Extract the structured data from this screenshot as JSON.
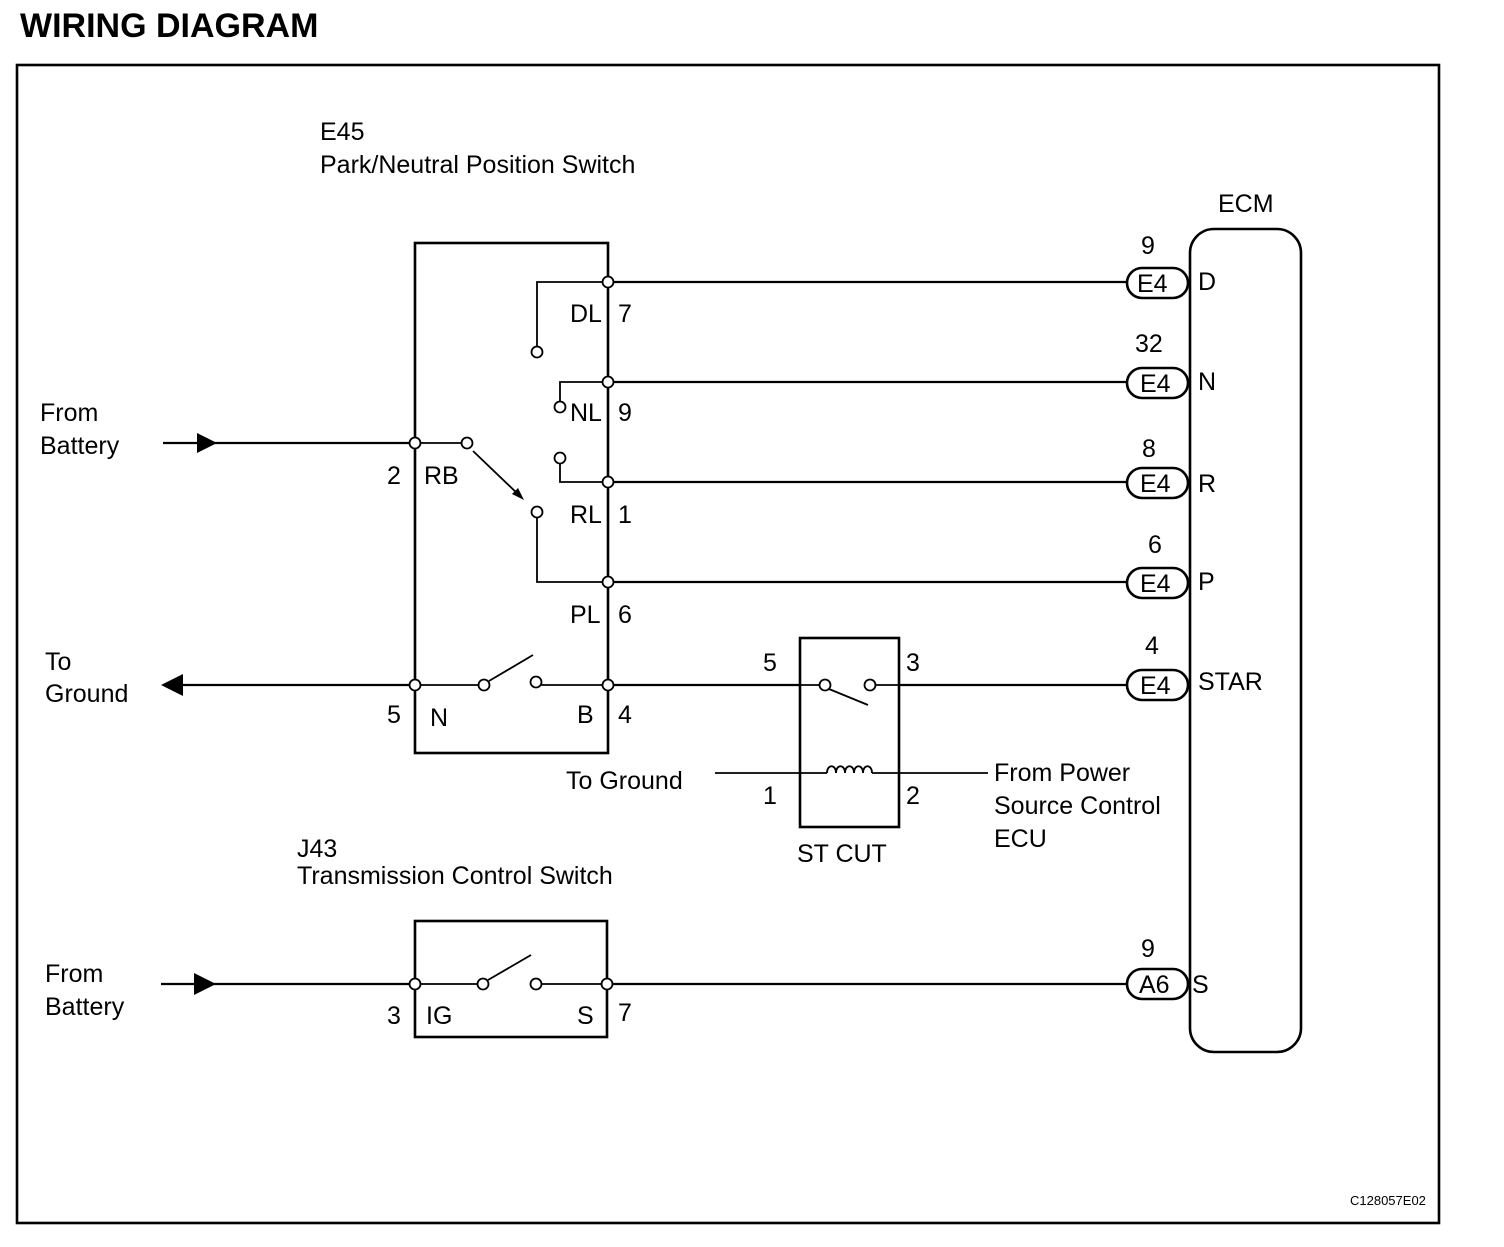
{
  "header": {
    "title": "WIRING DIAGRAM"
  },
  "footer": {
    "code": "C128057E02"
  },
  "pnp_switch": {
    "code": "E45",
    "name": "Park/Neutral Position Switch",
    "terminals": [
      {
        "label": "DL",
        "pin": "7"
      },
      {
        "label": "NL",
        "pin": "9"
      },
      {
        "label": "RL",
        "pin": "1"
      },
      {
        "label": "PL",
        "pin": "6"
      },
      {
        "label": "RB",
        "pin": "2"
      },
      {
        "label": "N",
        "pin": "5"
      },
      {
        "label": "B",
        "pin": "4"
      }
    ]
  },
  "tc_switch": {
    "code": "J43",
    "name": "Transmission Control Switch",
    "terminals": [
      {
        "label": "IG",
        "pin": "3"
      },
      {
        "label": "S",
        "pin": "7"
      }
    ]
  },
  "relay": {
    "name": "ST CUT",
    "pins": {
      "in": "5",
      "out": "3",
      "coil_ground": "1",
      "coil_power": "2"
    }
  },
  "ecm": {
    "name": "ECM",
    "terminals": [
      {
        "pin": "9",
        "connector": "E4",
        "label": "D"
      },
      {
        "pin": "32",
        "connector": "E4",
        "label": "N"
      },
      {
        "pin": "8",
        "connector": "E4",
        "label": "R"
      },
      {
        "pin": "6",
        "connector": "E4",
        "label": "P"
      },
      {
        "pin": "4",
        "connector": "E4",
        "label": "STAR"
      },
      {
        "pin": "9",
        "connector": "A6",
        "label": "S"
      }
    ]
  },
  "externals": {
    "from_battery_1": [
      "From",
      "Battery"
    ],
    "to_ground_1": [
      "To",
      "Ground"
    ],
    "from_battery_2": [
      "From",
      "Battery"
    ],
    "relay_ground": "To Ground",
    "power_source": [
      "From Power",
      "Source Control",
      "ECU"
    ]
  }
}
